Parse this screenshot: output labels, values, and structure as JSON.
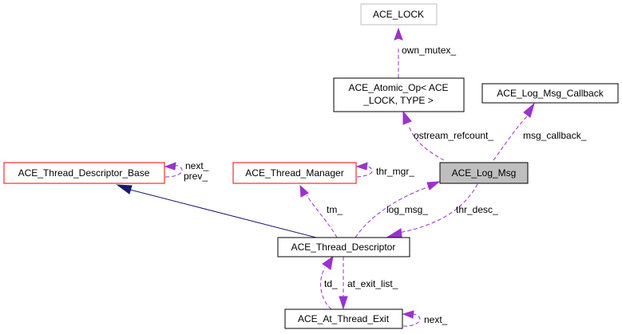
{
  "diagram": {
    "title": "ACE_Log_Msg collaboration graph",
    "colors": {
      "usage_edge": "#9a32cd",
      "inheritance_edge": "#191970",
      "focus_fill": "#bfbfbf",
      "normal_border": "#000000",
      "truncated_border": "#ff0000",
      "external_border": "#bfbfbf"
    },
    "nodes": {
      "ace_lock": {
        "lines": [
          "ACE_LOCK"
        ],
        "style": "external"
      },
      "atomic_op": {
        "lines": [
          "ACE_Atomic_Op< ACE",
          "_LOCK, TYPE >"
        ],
        "style": "normal"
      },
      "log_msg_callback": {
        "lines": [
          "ACE_Log_Msg_Callback"
        ],
        "style": "normal"
      },
      "thread_descriptor_base": {
        "lines": [
          "ACE_Thread_Descriptor_Base"
        ],
        "style": "truncated"
      },
      "thread_manager": {
        "lines": [
          "ACE_Thread_Manager"
        ],
        "style": "truncated"
      },
      "log_msg": {
        "lines": [
          "ACE_Log_Msg"
        ],
        "style": "focus"
      },
      "thread_descriptor": {
        "lines": [
          "ACE_Thread_Descriptor"
        ],
        "style": "normal"
      },
      "at_thread_exit": {
        "lines": [
          "ACE_At_Thread_Exit"
        ],
        "style": "normal"
      }
    },
    "edges": [
      {
        "from": "atomic_op",
        "to": "ace_lock",
        "kind": "usage",
        "label_lines": [
          "own_mutex_"
        ]
      },
      {
        "from": "log_msg",
        "to": "atomic_op",
        "kind": "usage",
        "label_lines": [
          "ostream_refcount_"
        ]
      },
      {
        "from": "log_msg",
        "to": "log_msg_callback",
        "kind": "usage",
        "label_lines": [
          "msg_callback_"
        ]
      },
      {
        "from": "thread_descriptor_base",
        "to": "thread_descriptor_base",
        "kind": "usage",
        "label_lines": [
          "next_",
          "prev_"
        ]
      },
      {
        "from": "thread_manager",
        "to": "thread_manager",
        "kind": "usage",
        "label_lines": [
          "thr_mgr_"
        ]
      },
      {
        "from": "thread_descriptor",
        "to": "thread_descriptor_base",
        "kind": "inheritance",
        "label_lines": []
      },
      {
        "from": "thread_descriptor",
        "to": "thread_manager",
        "kind": "usage",
        "label_lines": [
          "tm_"
        ]
      },
      {
        "from": "thread_descriptor",
        "to": "log_msg",
        "kind": "usage",
        "label_lines": [
          "log_msg_"
        ]
      },
      {
        "from": "log_msg",
        "to": "thread_descriptor",
        "kind": "usage",
        "label_lines": [
          "thr_desc_"
        ]
      },
      {
        "from": "at_thread_exit",
        "to": "thread_descriptor",
        "kind": "usage",
        "label_lines": [
          "td_"
        ]
      },
      {
        "from": "thread_descriptor",
        "to": "at_thread_exit",
        "kind": "usage",
        "label_lines": [
          "at_exit_list_"
        ]
      },
      {
        "from": "at_thread_exit",
        "to": "at_thread_exit",
        "kind": "usage",
        "label_lines": [
          "next_"
        ]
      }
    ]
  }
}
